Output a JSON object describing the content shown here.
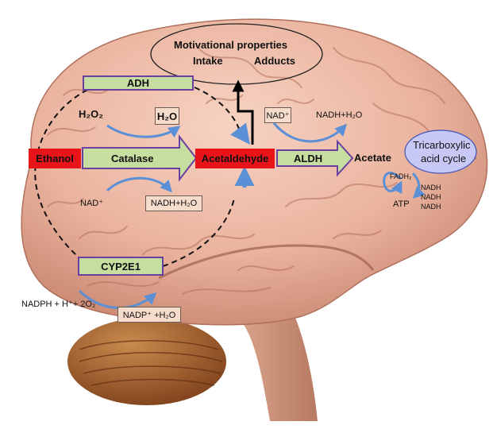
{
  "nodes": {
    "motivational_title": "Motivational properties",
    "intake": "Intake",
    "adducts": "Adducts",
    "adh": "ADH",
    "h2o2": "H₂O₂",
    "h2o": "H₂O",
    "ethanol": "Ethanol",
    "catalase": "Catalase",
    "acetaldehyde": "Acetaldehyde",
    "nad_top": "NAD⁺",
    "nadh_h2o_top": "NADH+H₂O",
    "aldh": "ALDH",
    "acetate": "Acetate",
    "tca_line1": "Tricarboxylic",
    "tca_line2": "acid cycle",
    "fadh2": "FADH₂",
    "nadh_1": "NADH",
    "nadh_2": "NADH",
    "nadh_3": "NADH",
    "atp": "ATP",
    "nad_bottom": "NAD⁺",
    "nadh_h2o_bottom": "NADH+H₂O",
    "cyp2e1": "CYP2E1",
    "nadph_h_o2": "NADPH + H⁺+ 2O₂",
    "nadp_h2o": "NADP⁺ +H₂O"
  },
  "colors": {
    "enzyme_fill": "#c6dea0",
    "enzyme_border": "#6a3fa0",
    "substrate_fill": "#e8141a",
    "cofactor_fill": "#f6dccb",
    "tca_fill": "#c7c8f5",
    "arrow_blue": "#5b8fd6",
    "brain": "#e8a996",
    "cerebellum": "#9e5a28"
  }
}
